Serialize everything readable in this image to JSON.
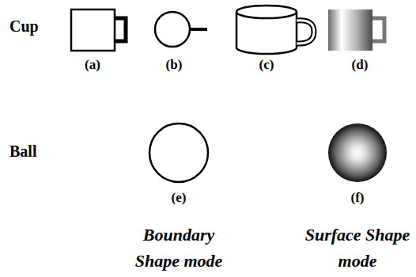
{
  "diagram": {
    "labels": [
      "Cup",
      "(a)",
      "(b)",
      "(c)",
      "(d)",
      "Ball",
      "(e)",
      "(f)",
      "Boundary Shape mode",
      "Surface Shape mode"
    ]
  }
}
